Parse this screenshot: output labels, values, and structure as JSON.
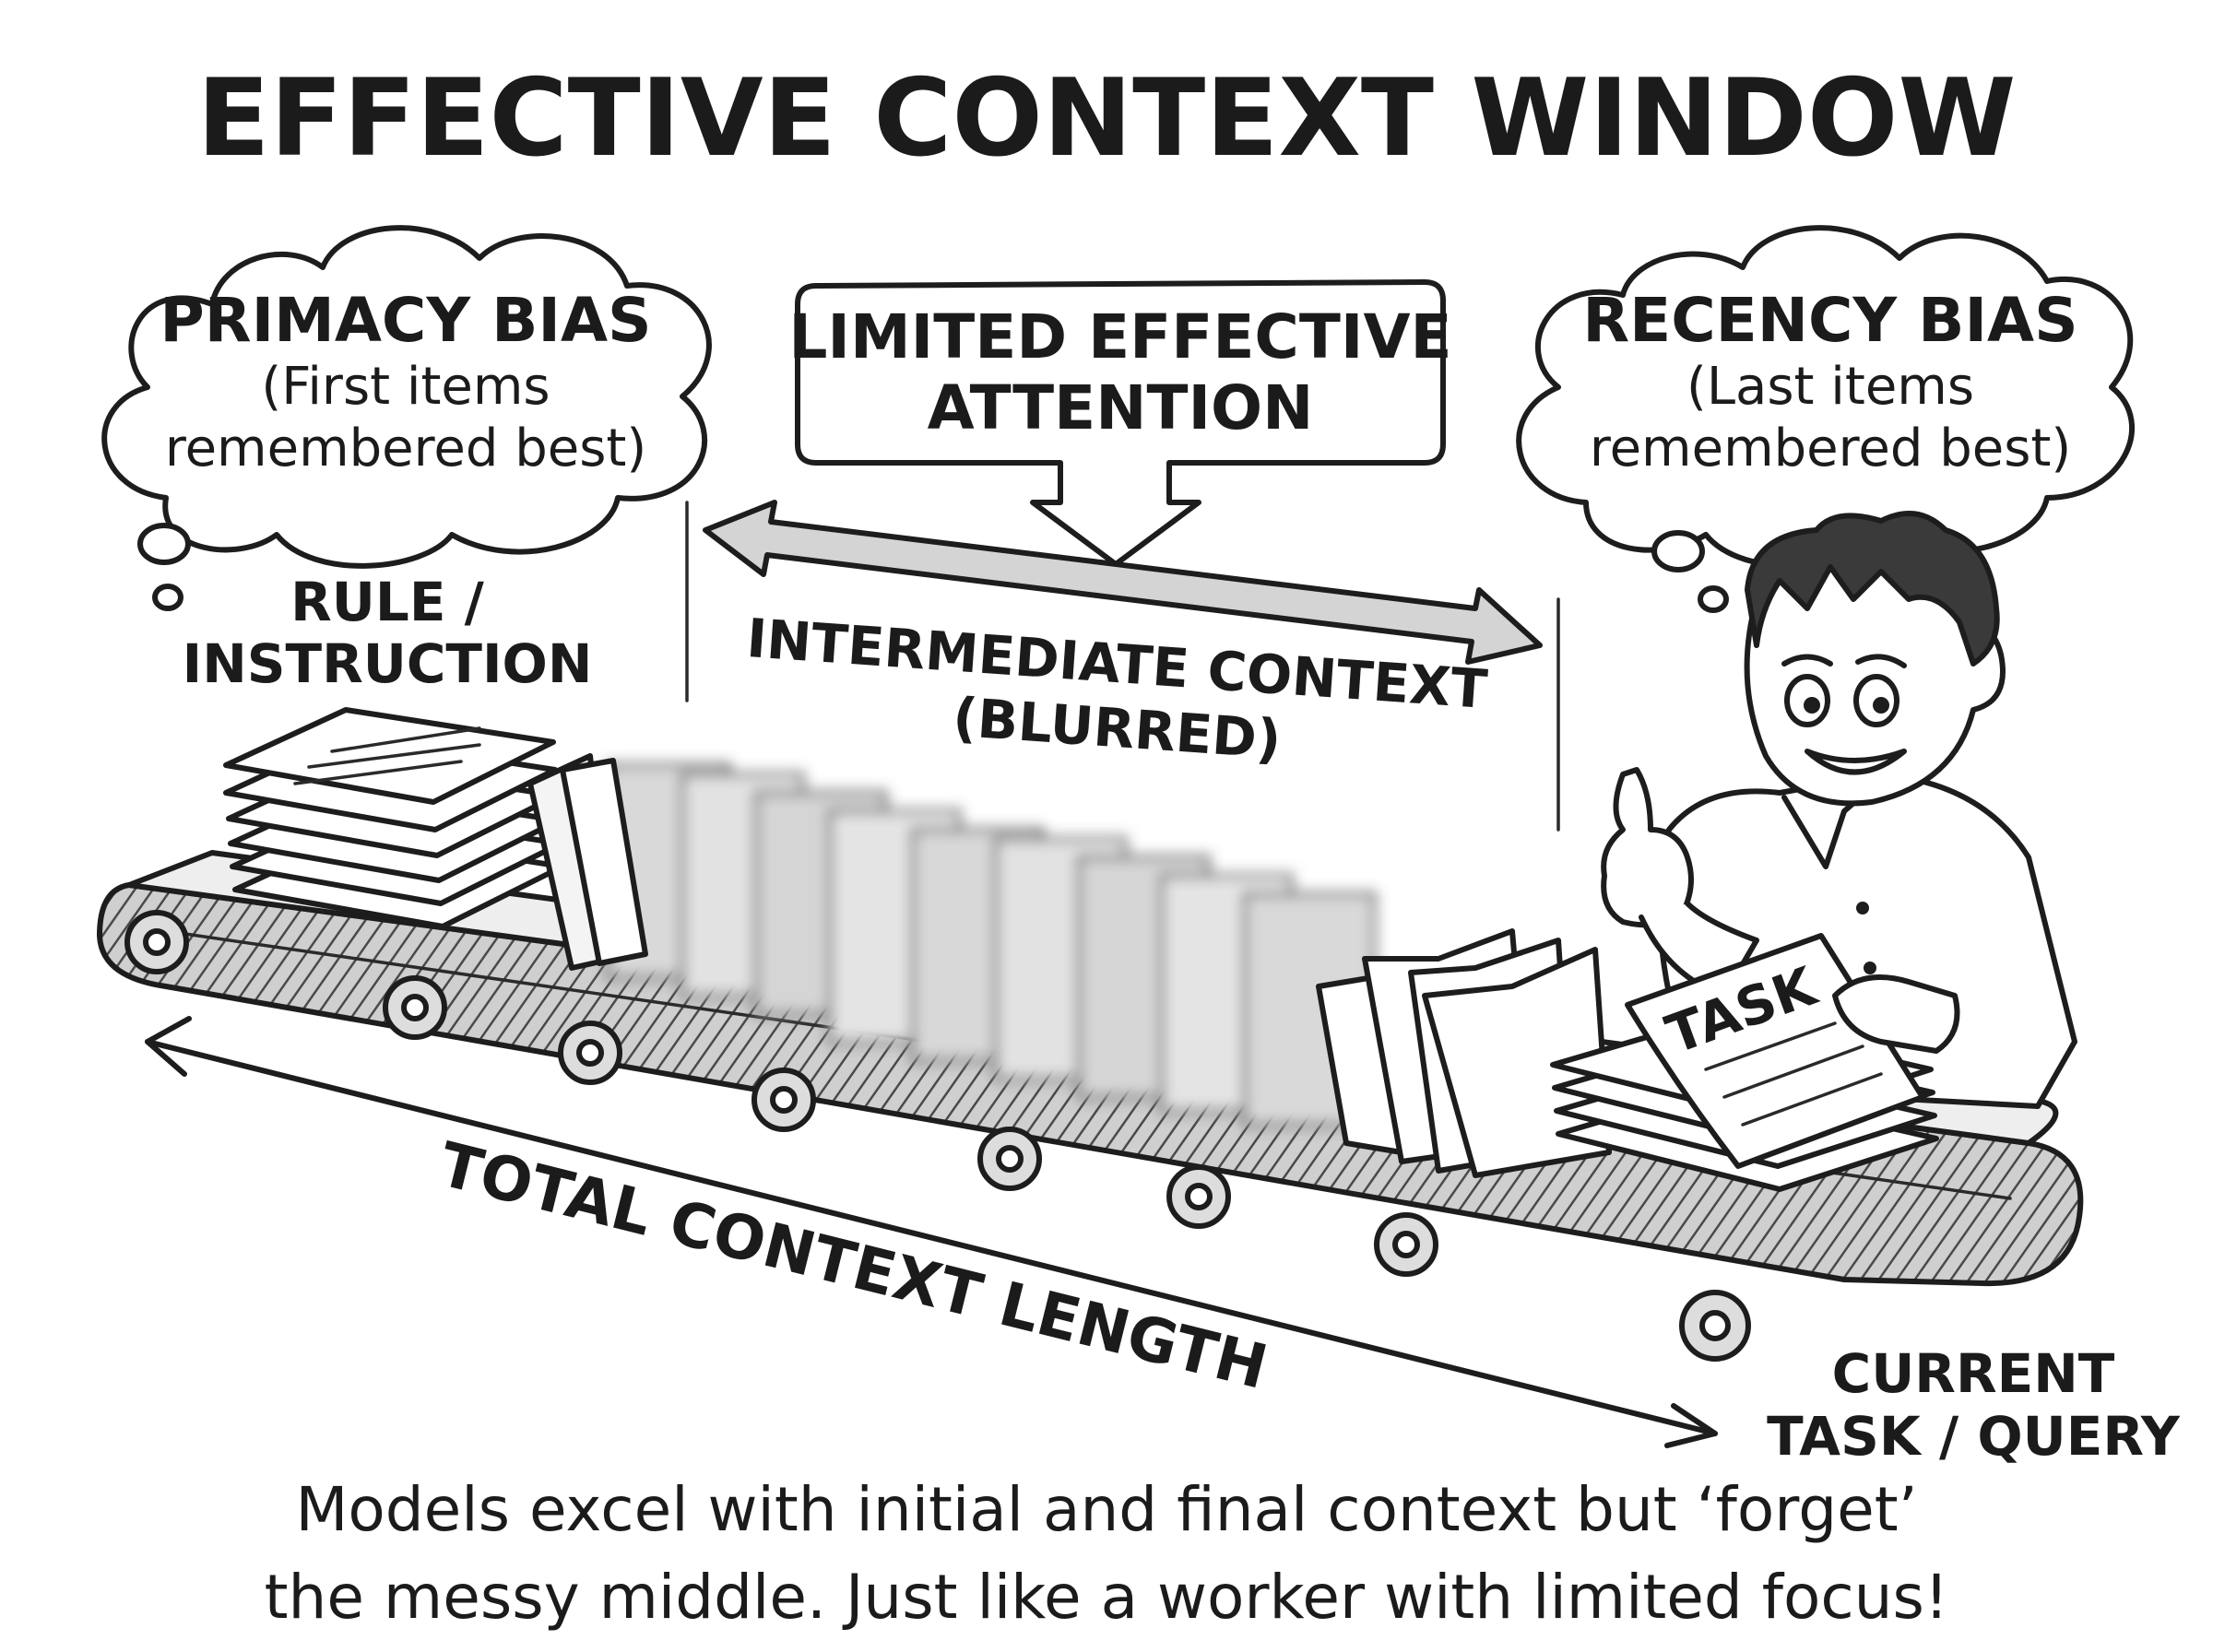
{
  "title": "EFFECTIVE CONTEXT WINDOW",
  "primacy": {
    "heading": "PRIMACY BIAS",
    "line1": "(First items",
    "line2": "remembered best)"
  },
  "attention": {
    "line1": "LIMITED EFFECTIVE",
    "line2": "ATTENTION"
  },
  "recency": {
    "heading": "RECENCY BIAS",
    "line1": "(Last items",
    "line2": "remembered best)"
  },
  "rule": {
    "line1": "RULE /",
    "line2": "INSTRUCTION"
  },
  "intermediate": {
    "line1": "INTERMEDIATE CONTEXT",
    "line2": "(BLURRED)"
  },
  "total_length": "TOTAL CONTEXT LENGTH",
  "current_task": {
    "line1": "CURRENT",
    "line2": "TASK / QUERY"
  },
  "task_paper": "TASK",
  "caption": {
    "line1": "Models excel with initial and final context but ‘forget’",
    "line2": "the messy middle. Just like a worker with limited focus!"
  },
  "colors": {
    "ink": "#1d1d1d",
    "background": "#ffffff",
    "shade": "#8a8a8a"
  },
  "icons": [
    "thought-bubble",
    "callout-arrow",
    "conveyor-belt",
    "paper-stack",
    "file-folder",
    "worker-figure"
  ]
}
